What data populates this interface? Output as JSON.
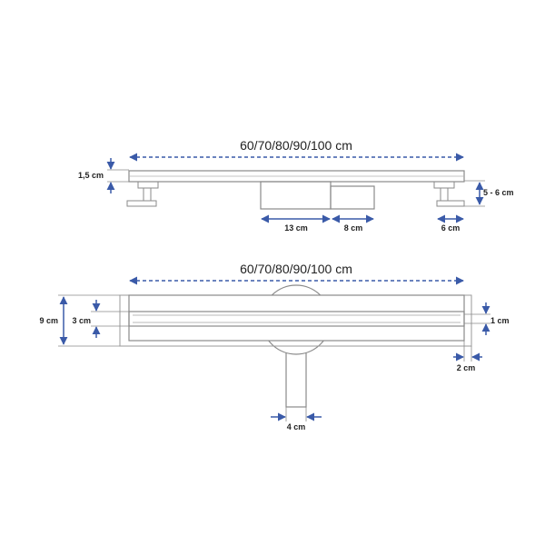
{
  "colors": {
    "dimension_line": "#3a5aa8",
    "outline": "#8a8a8a",
    "text": "#222222",
    "background": "#ffffff"
  },
  "side_view": {
    "length_label": "60/70/80/90/100 cm",
    "thickness_label": "1,5 cm",
    "height_label": "5 - 6 cm",
    "outlet_label": "13 cm",
    "trap_label": "8 cm",
    "foot_label": "6 cm"
  },
  "top_view": {
    "length_label": "60/70/80/90/100 cm",
    "outer_width_label": "9 cm",
    "channel_width_label": "3 cm",
    "grate_width_label": "1 cm",
    "margin_label": "2 cm",
    "pipe_label": "4 cm"
  }
}
